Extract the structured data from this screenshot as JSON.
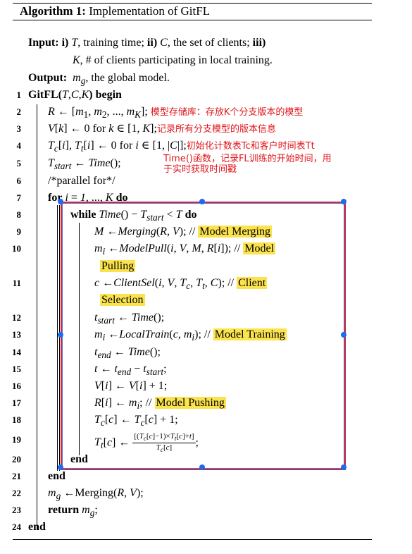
{
  "algorithm": {
    "label": "Algorithm 1:",
    "title": "Implementation of GitFL"
  },
  "input": {
    "label": "Input:",
    "line1": "i) T, training time; ii) C, the set of clients; iii)",
    "line2": "K, # of clients participating in local training."
  },
  "output": {
    "label": "Output:",
    "text": "m_g, the global model."
  },
  "lines": [
    {
      "num": "1",
      "text": "GitFL(T,C,K) begin"
    },
    {
      "num": "2",
      "text": "R ← [m1, m2, ..., mK];",
      "note": "模型存储库：存放K个分支版本的模型"
    },
    {
      "num": "3",
      "text": "V[k] ← 0 for k ∈ [1, K];",
      "note": "记录所有分支模型的版本信息"
    },
    {
      "num": "4",
      "text": "Tc[i], Tt[i] ← 0 for i ∈ [1, |C|];",
      "note": "初始化计数表Tc和客户时间表Tt"
    },
    {
      "num": "5",
      "text": "Tstart ← Time();",
      "note": "Time()函数，记录FL训练的开始时间，用于实时获取时间戳"
    },
    {
      "num": "6",
      "text": "/*parallel for*/"
    },
    {
      "num": "7",
      "text": "for i = 1, ..., K do"
    },
    {
      "num": "8",
      "text": "while Time() − Tstart < T do"
    },
    {
      "num": "9",
      "text": "M ←Merging(R, V); //",
      "hl": "Model Merging"
    },
    {
      "num": "10",
      "text": "mi ←ModelPull(i, V, M, R[i]); //",
      "hl": "Model Pulling"
    },
    {
      "num": "11",
      "text": "c ←ClientSel(i, V, Tc, Tt, C); //",
      "hl": "Client Selection"
    },
    {
      "num": "12",
      "text": "tstart ← Time();"
    },
    {
      "num": "13",
      "text": "mi ←LocalTrain(c, mi); //",
      "hl": "Model Training"
    },
    {
      "num": "14",
      "text": "tend ← Time();"
    },
    {
      "num": "15",
      "text": "t ← tend − tstart;"
    },
    {
      "num": "16",
      "text": "V[i] ← V[i] + 1;"
    },
    {
      "num": "17",
      "text": "R[i] ← mi; //",
      "hl": "Model Pushing"
    },
    {
      "num": "18",
      "text": "Tc[c] ← Tc[c] + 1;"
    },
    {
      "num": "19",
      "text": "Tt[c] ← ((Tc[c]−1)×Tt[c]+t) / Tc[c];"
    },
    {
      "num": "20",
      "text": "end"
    },
    {
      "num": "21",
      "text": "end"
    },
    {
      "num": "22",
      "text": "mg ←Merging(R, V);"
    },
    {
      "num": "23",
      "text": "return mg;"
    },
    {
      "num": "24",
      "text": "end"
    }
  ],
  "annotation_colors": {
    "note": "#e0151b",
    "highlight": "#fbe34d",
    "selection": "#c9283f",
    "handle": "#1c6cf0"
  }
}
